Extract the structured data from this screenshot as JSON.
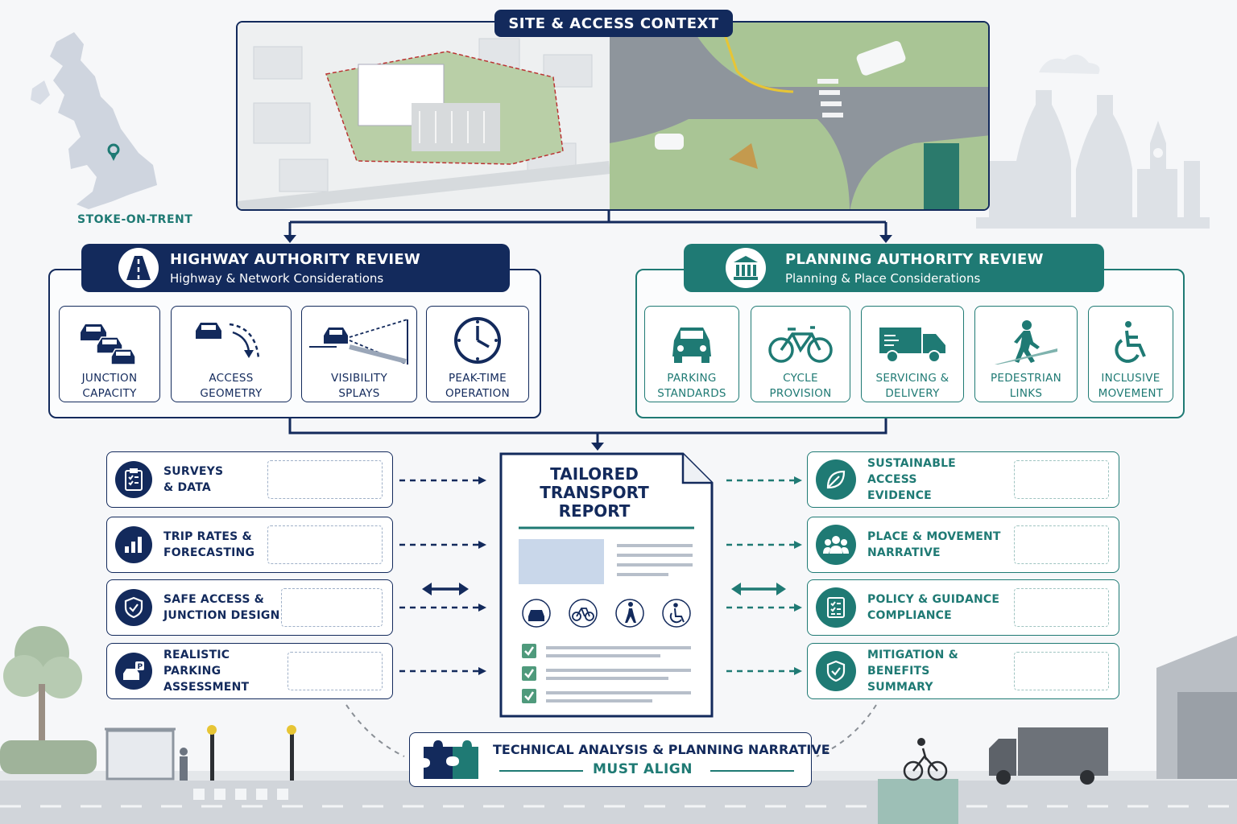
{
  "header": {
    "title": "SITE & ACCESS CONTEXT"
  },
  "location": {
    "label": "STOKE-ON-TRENT"
  },
  "highway": {
    "title": "HIGHWAY AUTHORITY REVIEW",
    "subtitle": "Highway & Network Considerations",
    "cards": [
      {
        "line1": "JUNCTION",
        "line2": "CAPACITY",
        "icon": "cars-queue-icon"
      },
      {
        "line1": "ACCESS",
        "line2": "GEOMETRY",
        "icon": "turning-car-icon"
      },
      {
        "line1": "VISIBILITY",
        "line2": "SPLAYS",
        "icon": "visibility-splay-icon"
      },
      {
        "line1": "PEAK-TIME",
        "line2": "OPERATION",
        "icon": "clock-icon"
      }
    ]
  },
  "planning": {
    "title": "PLANNING AUTHORITY REVIEW",
    "subtitle": "Planning & Place Considerations",
    "cards": [
      {
        "line1": "PARKING",
        "line2": "STANDARDS",
        "icon": "car-icon"
      },
      {
        "line1": "CYCLE",
        "line2": "PROVISION",
        "icon": "bicycle-icon"
      },
      {
        "line1": "SERVICING &",
        "line2": "DELIVERY",
        "icon": "truck-icon"
      },
      {
        "line1": "PEDESTRIAN",
        "line2": "LINKS",
        "icon": "pedestrian-icon"
      },
      {
        "line1": "INCLUSIVE",
        "line2": "MOVEMENT",
        "icon": "wheelchair-icon"
      }
    ]
  },
  "left_items": [
    {
      "line1": "SURVEYS",
      "line2": "& DATA",
      "icon": "clipboard-icon"
    },
    {
      "line1": "TRIP RATES &",
      "line2": "FORECASTING",
      "icon": "bar-chart-icon"
    },
    {
      "line1": "SAFE ACCESS &",
      "line2": "JUNCTION DESIGN",
      "icon": "shield-check-icon"
    },
    {
      "line1": "REALISTIC PARKING",
      "line2": "ASSESSMENT",
      "icon": "parking-car-icon"
    }
  ],
  "right_items": [
    {
      "line1": "SUSTAINABLE ACCESS",
      "line2": "EVIDENCE",
      "icon": "leaf-icon"
    },
    {
      "line1": "PLACE & MOVEMENT",
      "line2": "NARRATIVE",
      "icon": "people-icon"
    },
    {
      "line1": "POLICY & GUIDANCE",
      "line2": "COMPLIANCE",
      "icon": "checklist-icon"
    },
    {
      "line1": "MITIGATION & BENEFITS",
      "line2": "SUMMARY",
      "icon": "shield-check-icon"
    }
  ],
  "report": {
    "line1": "TAILORED",
    "line2": "TRANSPORT",
    "line3": "REPORT"
  },
  "align": {
    "line1": "TECHNICAL ANALYSIS & PLANNING NARRATIVE",
    "line2": "MUST ALIGN"
  },
  "colors": {
    "navy": "#132a5c",
    "teal": "#1f7a74",
    "background": "#f6f7f9"
  }
}
